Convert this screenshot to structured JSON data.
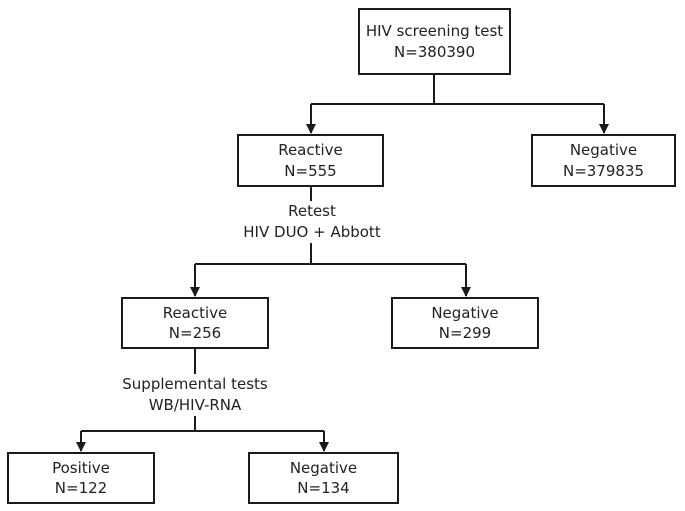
{
  "nodes": {
    "screening": {
      "line1": "HIV screening test",
      "line2": "N=380390"
    },
    "reactive1": {
      "line1": "Reactive",
      "line2": "N=555"
    },
    "negative1": {
      "line1": "Negative",
      "line2": "N=379835"
    },
    "reactive2": {
      "line1": "Reactive",
      "line2": "N=256"
    },
    "negative2": {
      "line1": "Negative",
      "line2": "N=299"
    },
    "positive3": {
      "line1": "Positive",
      "line2": "N=122"
    },
    "negative3": {
      "line1": "Negative",
      "line2": "N=134"
    }
  },
  "edge_labels": {
    "retest": {
      "line1": "Retest",
      "line2": "HIV DUO + Abbott"
    },
    "supplemental": {
      "line1": "Supplemental tests",
      "line2": "WB/HIV-RNA"
    }
  },
  "colors": {
    "stroke": "#1a1a1a",
    "text": "#222222",
    "background": "#ffffff"
  }
}
